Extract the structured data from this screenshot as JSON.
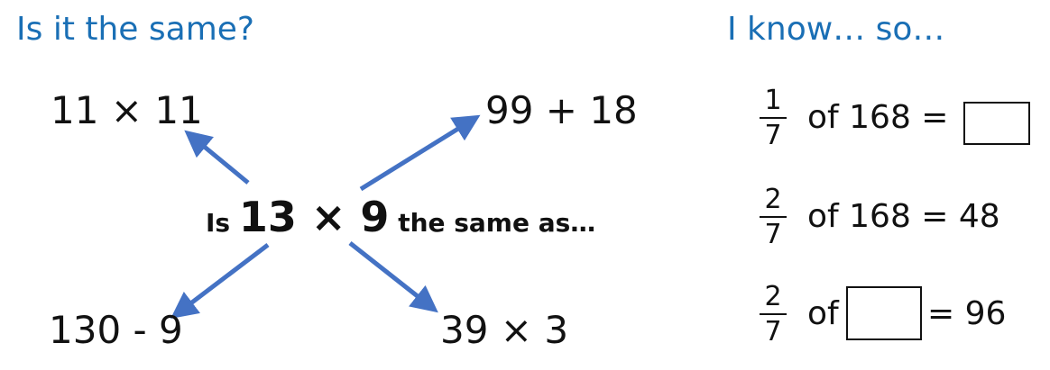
{
  "left_title": "Is it the same?",
  "right_title": "I know… so…",
  "question": {
    "prefix": "Is",
    "expression": "13 × 9",
    "suffix": "the same as…"
  },
  "options": {
    "top_left": "11 × 11",
    "top_right": "99 + 18",
    "bottom_left": "130 - 9",
    "bottom_right": "39 × 3"
  },
  "facts": [
    {
      "numerator": "1",
      "denominator": "7",
      "text": "of 168 =",
      "answer": ""
    },
    {
      "numerator": "2",
      "denominator": "7",
      "text": "of 168 = 48"
    },
    {
      "numerator": "2",
      "denominator": "7",
      "text": "of",
      "result": "= 96"
    }
  ],
  "colors": {
    "title": "#1a6fb5",
    "arrow": "#4472c4"
  }
}
